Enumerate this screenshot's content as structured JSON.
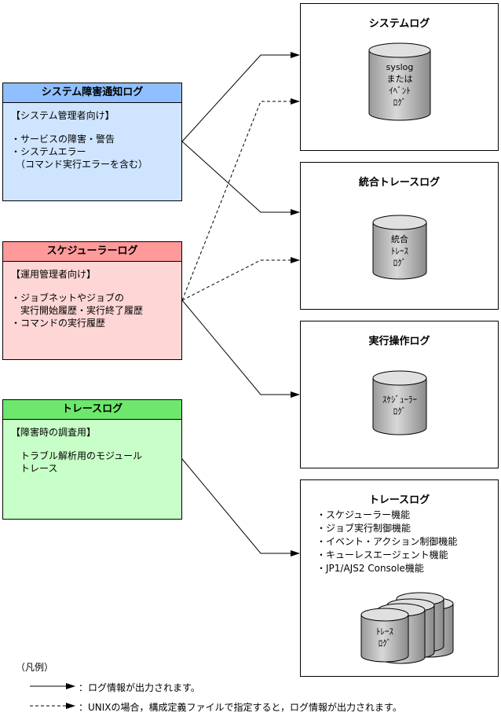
{
  "sources": [
    {
      "id": "system-failure-log",
      "title": "システム障害通知ログ",
      "header_color": "#8fbfff",
      "body_color": "#cfe5ff",
      "audience": "【システム管理者向け】",
      "items": [
        "・サービスの障害・警告",
        "・システムエラー",
        "　（コマンド実行エラーを含む）"
      ]
    },
    {
      "id": "scheduler-log",
      "title": "スケジューラーログ",
      "header_color": "#ff9a9a",
      "body_color": "#ffd6d6",
      "audience": "【運用管理者向け】",
      "items": [
        "・ジョブネットやジョブの",
        "　実行開始履歴・実行終了履歴",
        "・コマンドの実行履歴"
      ]
    },
    {
      "id": "trace-log-source",
      "title": "トレースログ",
      "header_color": "#6de86d",
      "body_color": "#c8ffc8",
      "audience": "【障害時の調査用】",
      "items": [
        "　トラブル解析用のモジュール",
        "　トレース"
      ]
    }
  ],
  "destinations": [
    {
      "id": "system-log",
      "title": "システムログ",
      "cylinder_lines": [
        "syslog",
        "または",
        "ｲﾍﾞﾝﾄ",
        "ﾛｸﾞ"
      ]
    },
    {
      "id": "integrated-trace-log",
      "title": "統合トレースログ",
      "cylinder_lines": [
        "統合",
        "ﾄﾚｰｽ",
        "ﾛｸﾞ"
      ]
    },
    {
      "id": "execution-operation-log",
      "title": "実行操作ログ",
      "cylinder_lines": [
        "ｽｹｼﾞｭｰﾗｰ",
        "ﾛｸﾞ"
      ]
    },
    {
      "id": "trace-log-dest",
      "title": "トレースログ",
      "items": [
        "・スケジューラー機能",
        "・ジョブ実行制御機能",
        "・イベント・アクション制御機能",
        "・キューレスエージェント機能",
        "・JP1/AJS2 Console機能"
      ],
      "cylinder_lines": [
        "ﾄﾚｰｽ",
        "ﾛｸﾞ"
      ]
    }
  ],
  "legend": {
    "title": "（凡例）",
    "solid": "：ログ情報が出力されます。",
    "dashed": "：UNIXの場合，構成定義ファイルで指定すると，ログ情報が出力されます。"
  }
}
